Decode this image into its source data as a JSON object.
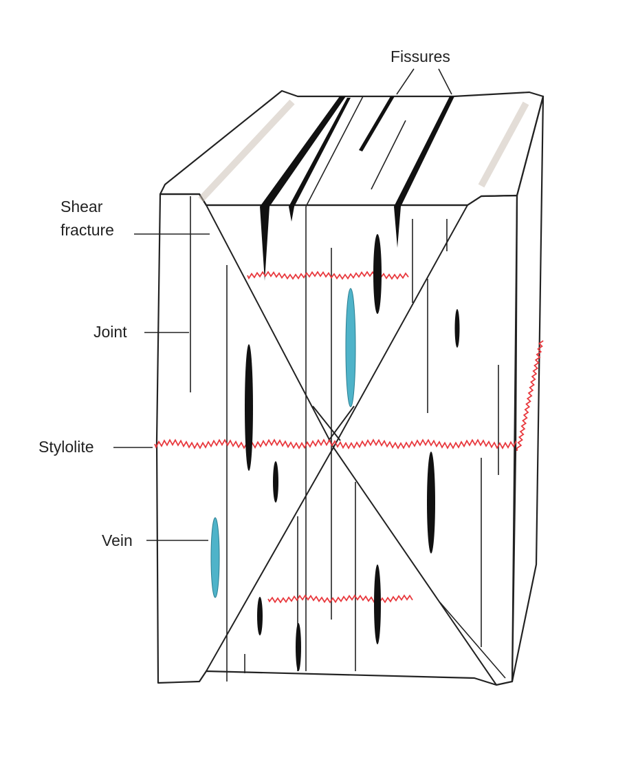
{
  "labels": {
    "fissures": "Fissures",
    "shear_fracture_line1": "Shear",
    "shear_fracture_line2": "fracture",
    "joint": "Joint",
    "stylolite": "Stylolite",
    "vein": "Vein"
  },
  "colors": {
    "front_face": "#fdf5ec",
    "top_face": "#fbf8f4",
    "side_face": "#d8cec3",
    "stylolite": "#e8383d",
    "vein": "#4fb3c9",
    "fracture": "#111111"
  }
}
